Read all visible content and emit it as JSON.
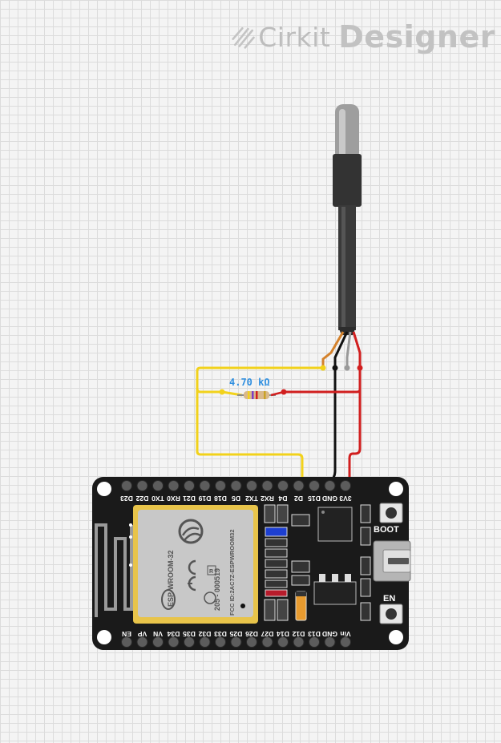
{
  "logo": {
    "word1": "Cirkit",
    "word2": "Designer"
  },
  "resistor": {
    "value_label": "4.70 kΩ"
  },
  "board": {
    "top_pin_labels": [
      "D23",
      "D22",
      "TX0",
      "RX0",
      "D21",
      "D19",
      "D18",
      "D5",
      "TX2",
      "RX2",
      "D4",
      "D2",
      "D15",
      "GND",
      "3V3"
    ],
    "bottom_pin_labels": [
      "EN",
      "VP",
      "VN",
      "D34",
      "D35",
      "D32",
      "D33",
      "D25",
      "D26",
      "D27",
      "D14",
      "D12",
      "D13",
      "GND",
      "Vin"
    ],
    "boot_label": "BOOT",
    "en_label": "EN",
    "module_text": [
      "ESP-WROOM-32",
      "205 - 000519",
      "FCC ID:2AC7Z-ESPWROOM32",
      "R"
    ]
  },
  "colors": {
    "wire_yellow": "#f2d21b",
    "wire_red": "#d11f1f",
    "wire_black": "#111111",
    "sensor_wire_orange": "#d4822c",
    "sensor_wire_gray": "#9a9a9a",
    "board_body": "#1a1a1a",
    "module": "#c8c8c8"
  }
}
